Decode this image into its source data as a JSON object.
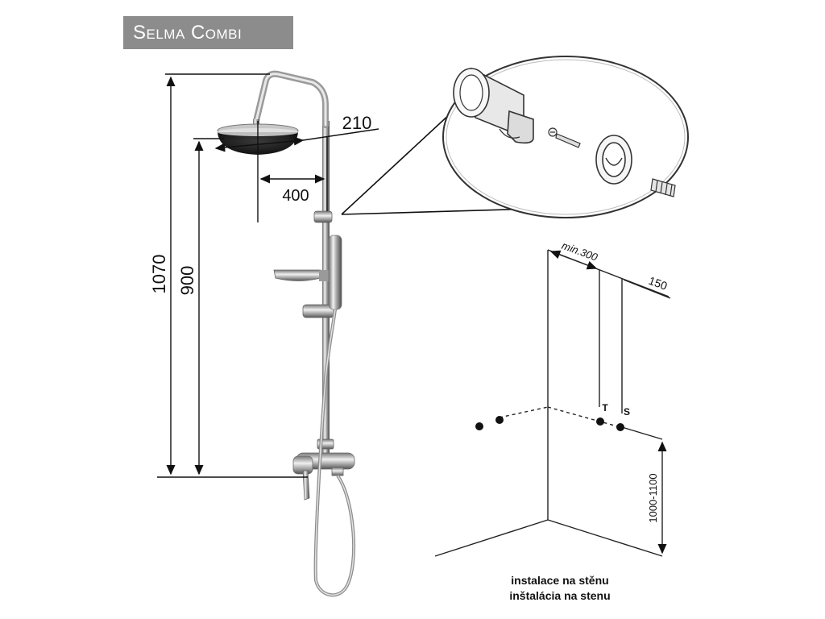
{
  "title": "Selma Combi",
  "dimensions": {
    "height_total": "1070",
    "height_head": "900",
    "arm_length": "400",
    "head_diameter": "210",
    "min_spacing": "min.300",
    "outlet_spacing": "150",
    "mount_height": "1000-1100"
  },
  "labels": {
    "inlet_t": "T",
    "inlet_s": "S"
  },
  "caption": {
    "line1": "instalace  na stěnu",
    "line2": "inštalácia  na stenu"
  }
}
